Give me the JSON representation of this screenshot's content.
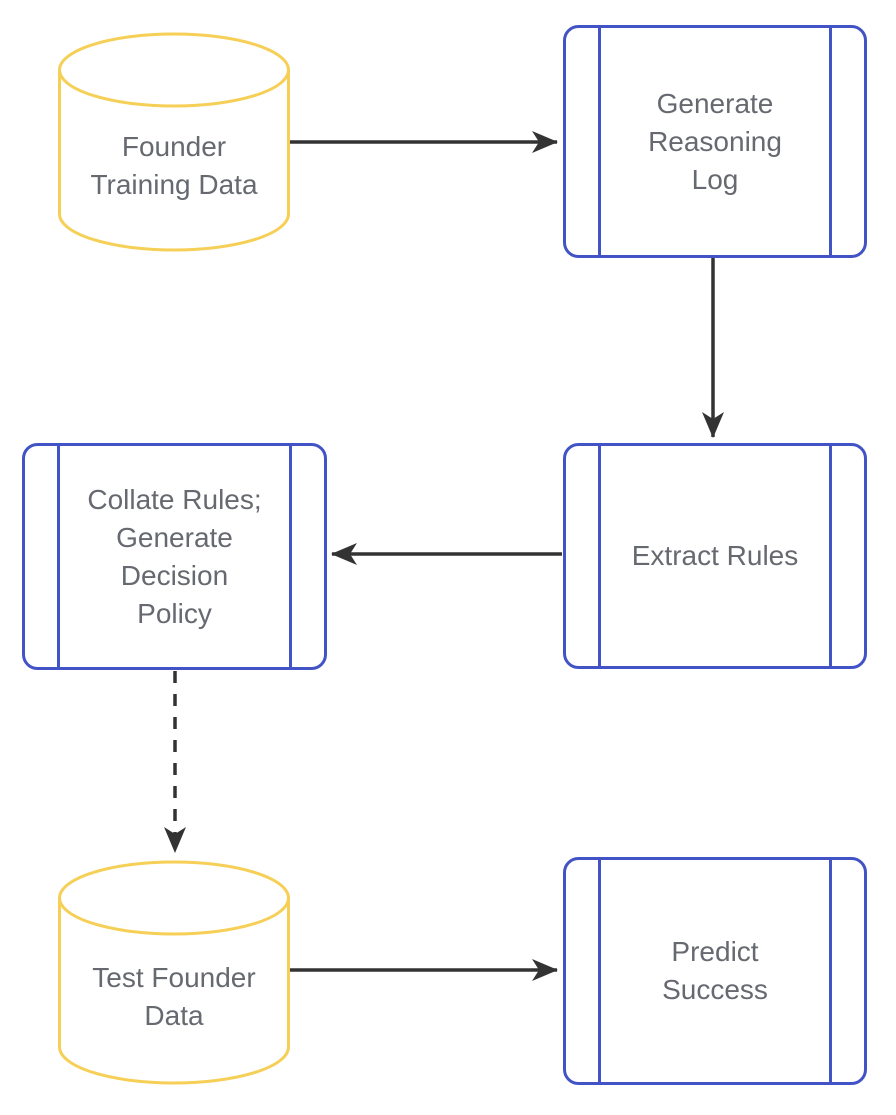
{
  "diagram_type": "flowchart",
  "colors": {
    "cylinder_stroke": "#F6CF57",
    "process_stroke": "#4254C5",
    "arrow": "#333333",
    "label_text": "#66696F",
    "background": "#FFFFFF"
  },
  "nodes": {
    "founder_training_data": {
      "type": "cylinder-database",
      "lines": [
        "Founder",
        "Training Data"
      ]
    },
    "generate_reasoning_log": {
      "type": "subroutine-process",
      "lines": [
        "Generate",
        "Reasoning",
        "Log"
      ]
    },
    "extract_rules": {
      "type": "subroutine-process",
      "lines": [
        "Extract Rules"
      ]
    },
    "collate_rules": {
      "type": "subroutine-process",
      "lines": [
        "Collate Rules;",
        "Generate",
        "Decision",
        "Policy"
      ]
    },
    "test_founder_data": {
      "type": "cylinder-database",
      "lines": [
        "Test Founder",
        "Data"
      ]
    },
    "predict_success": {
      "type": "subroutine-process",
      "lines": [
        "Predict",
        "Success"
      ]
    }
  },
  "edges": [
    {
      "from": "founder_training_data",
      "to": "generate_reasoning_log",
      "style": "solid"
    },
    {
      "from": "generate_reasoning_log",
      "to": "extract_rules",
      "style": "solid"
    },
    {
      "from": "extract_rules",
      "to": "collate_rules",
      "style": "solid"
    },
    {
      "from": "collate_rules",
      "to": "test_founder_data",
      "style": "dashed"
    },
    {
      "from": "test_founder_data",
      "to": "predict_success",
      "style": "solid"
    }
  ]
}
